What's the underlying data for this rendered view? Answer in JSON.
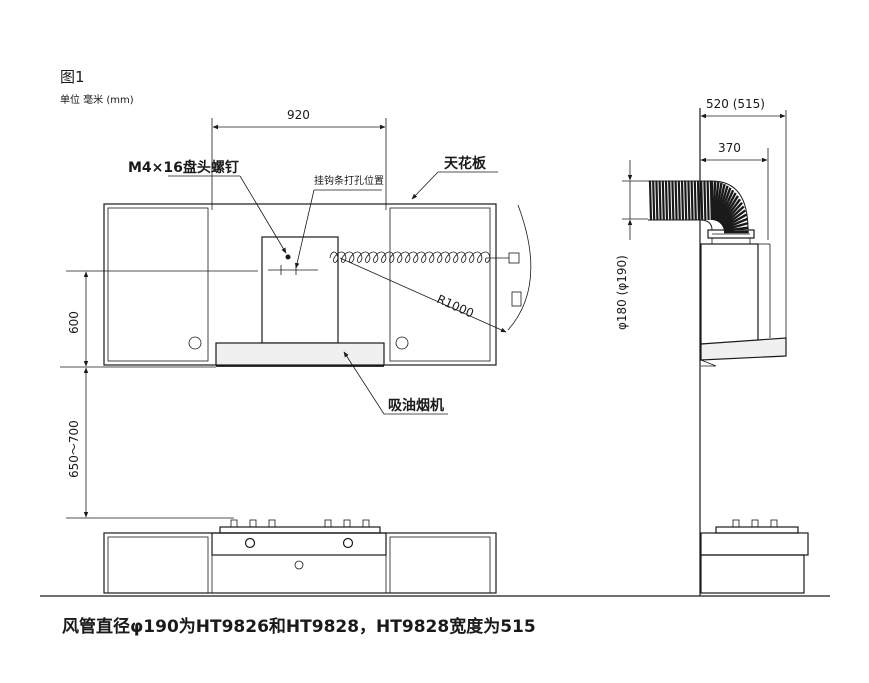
{
  "figure": {
    "label": "图1",
    "unit": "单位 毫米 (mm)"
  },
  "dimensions": {
    "width_920": "920",
    "height_600": "600",
    "height_650_700": "650～700",
    "radius": "R1000",
    "depth_520": "520 (515)",
    "depth_370": "370",
    "duct": "φ180 (φ190)"
  },
  "callouts": {
    "screw": "M4×16盘头螺钉",
    "hook": "挂钩条打孔位置",
    "ceiling": "天花板",
    "hood": "吸油烟机"
  },
  "caption": "风管直径φ190为HT9826和HT9828，HT9828宽度为515"
}
